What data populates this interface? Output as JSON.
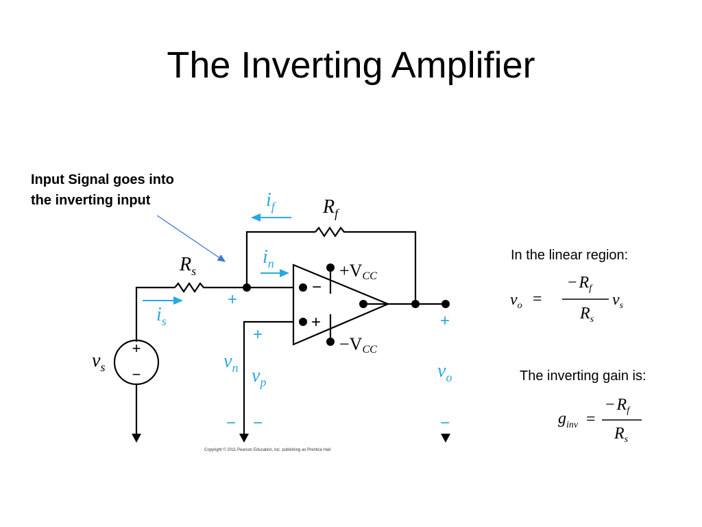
{
  "slide": {
    "title": "The Inverting Amplifier",
    "callout": "Input Signal goes into the inverting input",
    "linear_note": "In the linear region:",
    "gain_note": "The inverting gain is:"
  },
  "equations": {
    "vo": {
      "lhs": "v",
      "lhs_sub": "o",
      "eq": "=",
      "num_minus": "−",
      "num": "R",
      "num_sub": "f",
      "den": "R",
      "den_sub": "s",
      "rhs": "v",
      "rhs_sub": "s"
    },
    "ginv": {
      "lhs": "g",
      "lhs_sub": "inv",
      "eq": "=",
      "num_minus": "−",
      "num": "R",
      "num_sub": "f",
      "den": "R",
      "den_sub": "s"
    }
  },
  "circuit": {
    "if_label": "i",
    "if_sub": "f",
    "rf_label": "R",
    "rf_sub": "f",
    "rs_label": "R",
    "rs_sub": "s",
    "is_label": "i",
    "is_sub": "s",
    "in_label": "i",
    "in_sub": "n",
    "vs_label": "v",
    "vs_sub": "s",
    "vn_label": "v",
    "vn_sub": "n",
    "vp_label": "v",
    "vp_sub": "p",
    "vo_label": "v",
    "vo_sub": "o",
    "vcc_pos": "+V",
    "vcc_neg": "−V",
    "vcc_sub": "CC",
    "opamp_minus": "−",
    "opamp_plus": "+",
    "source_plus": "+",
    "source_minus": "−",
    "plus_sign": "+",
    "minus_sign": "−",
    "copyright": "Copyright © 2011 Pearson Education, Inc. publishing as Prentice Hall",
    "wire_color": "#000000",
    "label_color": "#29a8e0"
  }
}
